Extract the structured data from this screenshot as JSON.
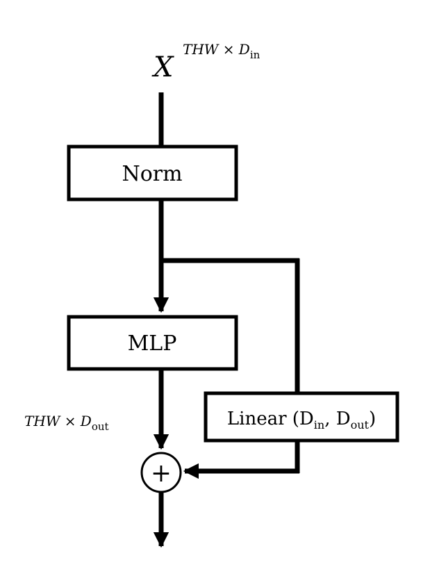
{
  "input_label": {
    "symbol": "X",
    "shape": "THW × D",
    "sub": "in"
  },
  "blocks": {
    "norm": "Norm",
    "mlp": "MLP",
    "linear": {
      "prefix": "Linear (D",
      "sub1": "in",
      "mid": ", D",
      "sub2": "out",
      "suffix": ")"
    }
  },
  "output_label": {
    "shape": "THW × D",
    "sub": "out"
  },
  "sum_symbol": "+",
  "colors": {
    "stroke": "#000000",
    "background": "#ffffff"
  }
}
